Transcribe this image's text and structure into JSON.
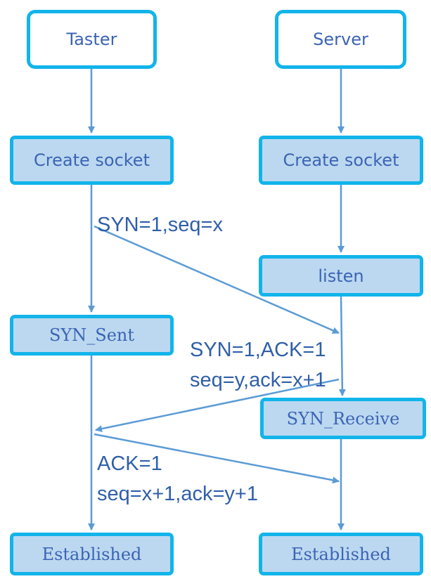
{
  "nodes": {
    "taster": "Taster",
    "server": "Server",
    "create_socket_left": "Create socket",
    "create_socket_right": "Create socket",
    "listen": "listen",
    "syn_sent": "SYN_Sent",
    "syn_receive": "SYN_Receive",
    "established_left": "Established",
    "established_right": "Established"
  },
  "messages": {
    "syn": "SYN=1,seq=x",
    "synack_line1": "SYN=1,ACK=1",
    "synack_line2": "seq=y,ack=x+1",
    "ack_line1": "ACK=1",
    "ack_line2": "seq=x+1,ack=y+1"
  },
  "colors": {
    "box_border": "#12b4ea",
    "box_fill": "#bcd8f0",
    "arrow": "#5b9bd5",
    "text": "#2f5fa8"
  }
}
